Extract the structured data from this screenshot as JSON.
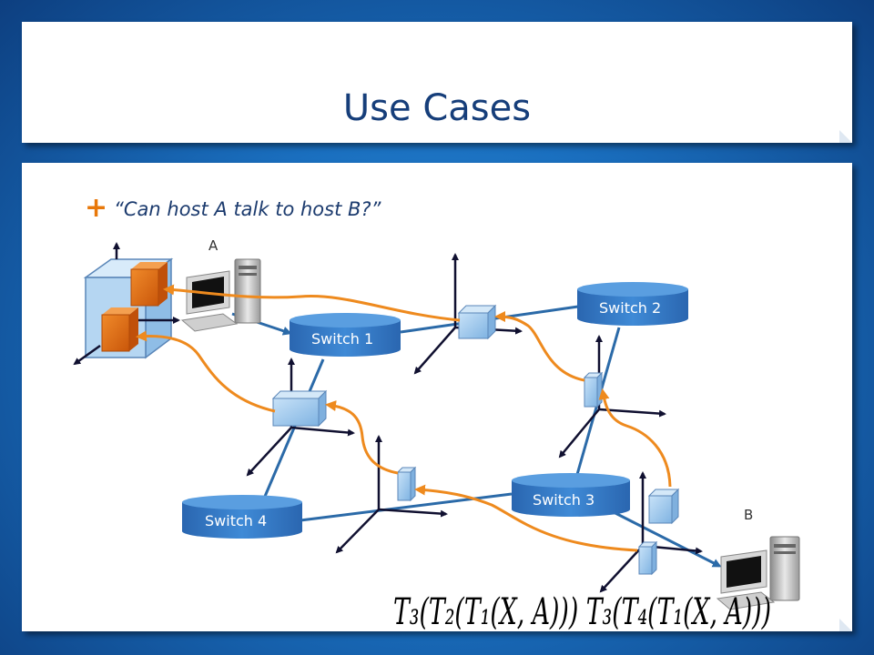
{
  "slide": {
    "title": "Use Cases",
    "bullet": "“Can host A talk to host B?”"
  },
  "diagram": {
    "switches": [
      {
        "label": "Switch 1"
      },
      {
        "label": "Switch 2"
      },
      {
        "label": "Switch 3"
      },
      {
        "label": "Switch 4"
      }
    ],
    "hosts": [
      {
        "label": "A"
      },
      {
        "label": "B"
      }
    ],
    "formula": "T₃(T₂(T₁(X, A)))  T₃(T₄(T₁(X, A)))",
    "colors": {
      "link": "#2b6aa8",
      "path": "#ee8a1e",
      "axis": "#101030",
      "switch": "#2f74c6",
      "box": "#a8cdee",
      "orange-box": "#e2690c"
    }
  }
}
